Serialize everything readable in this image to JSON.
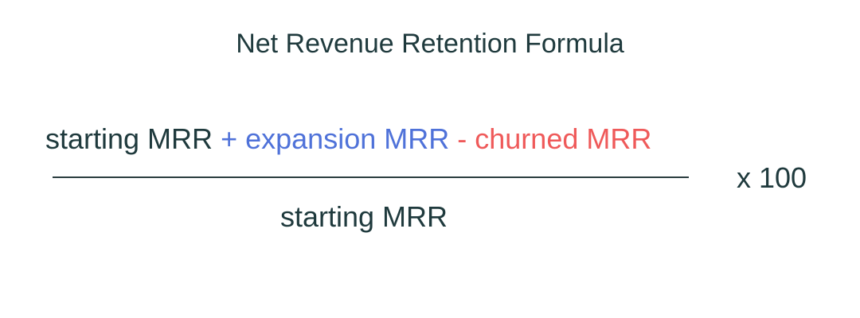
{
  "title": "Net Revenue Retention Formula",
  "formula": {
    "numerator": {
      "term_starting": "starting MRR",
      "op_plus": "+",
      "term_expansion": "expansion MRR",
      "op_minus": "-",
      "term_churned": "churned MRR"
    },
    "denominator": "starting MRR",
    "multiplier": "x 100"
  },
  "colors": {
    "text": "#1f3a3d",
    "expansion": "#4f72d9",
    "churned": "#ef5a5a",
    "line": "#2a3d3f"
  }
}
